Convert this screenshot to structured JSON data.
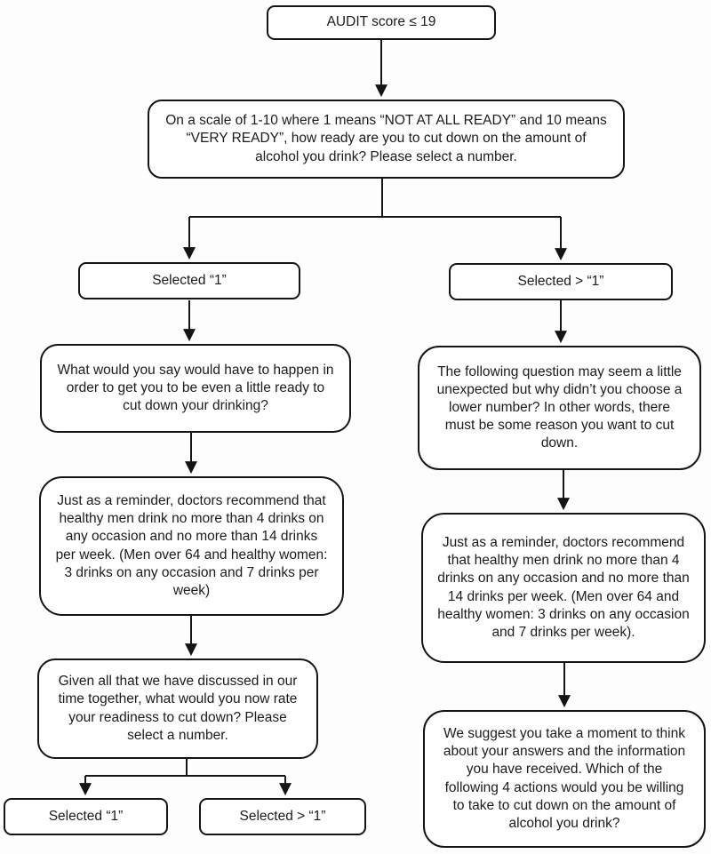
{
  "nodes": {
    "audit": {
      "text": "AUDIT score ≤ 19"
    },
    "scale_question": {
      "text": "On a scale of 1-10 where 1 means “NOT AT ALL READY” and 10 means “VERY READY”, how ready are you to cut down on the amount of alcohol you drink? Please select a number."
    },
    "selected_1_top": {
      "text": "Selected “1”"
    },
    "selected_gt1_top": {
      "text": "Selected > “1”"
    },
    "what_would_happen": {
      "text": "What would you say would have to happen in order to get you to be even a little ready to cut down your drinking?"
    },
    "unexpected_question": {
      "text": "The following question may seem a little unexpected but why didn’t you choose a lower number? In other words, there must be some reason you want to cut down."
    },
    "reminder_left": {
      "text": "Just as a reminder, doctors recommend that healthy men drink no more than 4 drinks on any occasion and no more than 14 drinks per week. (Men over 64 and healthy women: 3 drinks on any occasion and 7 drinks per week)"
    },
    "reminder_right": {
      "text": "Just as a reminder, doctors recommend that healthy men drink no more than 4 drinks on any occasion and no more than 14 drinks per week. (Men over 64 and healthy women: 3 drinks on any occasion and 7 drinks per week)."
    },
    "given_all": {
      "text": "Given all that we have discussed in our time together, what would you now rate your readiness to cut down? Please select a number."
    },
    "we_suggest": {
      "text": "We suggest you take a moment to think about your answers and the information you have received. Which of the following 4 actions would you be willing to take to cut down on the amount of alcohol you drink?"
    },
    "selected_1_bottom": {
      "text": "Selected “1”"
    },
    "selected_gt1_bottom": {
      "text": "Selected > “1”"
    }
  },
  "edges": [
    {
      "from": "audit",
      "to": "scale_question"
    },
    {
      "from": "scale_question",
      "to": "selected_1_top"
    },
    {
      "from": "scale_question",
      "to": "selected_gt1_top"
    },
    {
      "from": "selected_1_top",
      "to": "what_would_happen"
    },
    {
      "from": "what_would_happen",
      "to": "reminder_left"
    },
    {
      "from": "reminder_left",
      "to": "given_all"
    },
    {
      "from": "given_all",
      "to": "selected_1_bottom"
    },
    {
      "from": "given_all",
      "to": "selected_gt1_bottom"
    },
    {
      "from": "selected_gt1_top",
      "to": "unexpected_question"
    },
    {
      "from": "unexpected_question",
      "to": "reminder_right"
    },
    {
      "from": "reminder_right",
      "to": "we_suggest"
    }
  ],
  "colors": {
    "line": "#141414",
    "box_border": "#141414",
    "box_fill": "#fefefe",
    "background": "#fdfdfd",
    "text": "#1c1c1c"
  }
}
